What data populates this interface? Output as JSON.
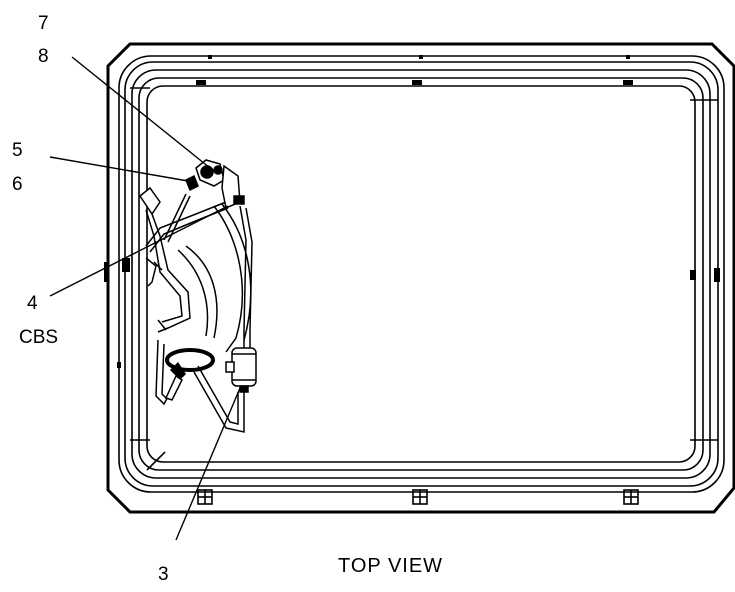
{
  "diagram": {
    "view_label": "TOP VIEW",
    "callouts": {
      "c7": "7",
      "c8": "8",
      "c5": "5",
      "c6": "6",
      "c4": "4",
      "cbs": "CBS",
      "c3": "3"
    },
    "line_color": "#000000",
    "background_color": "#ffffff"
  }
}
